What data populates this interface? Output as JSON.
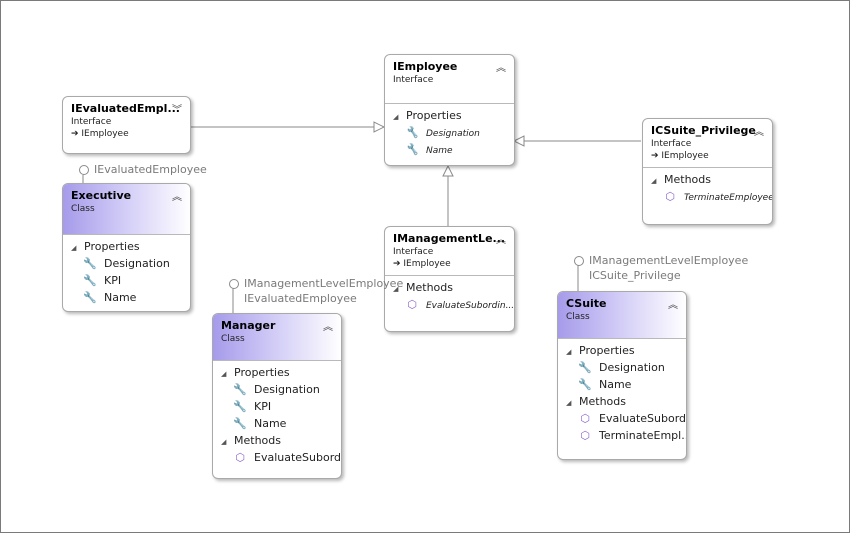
{
  "diagram": {
    "ievaluated": {
      "title": "IEvaluatedEmpl...",
      "kind": "Interface",
      "base": "IEmployee"
    },
    "iemployee": {
      "title": "IEmployee",
      "kind": "Interface",
      "sections": [
        {
          "label": "Properties",
          "members": [
            "Designation",
            "Name"
          ]
        }
      ]
    },
    "icsuite": {
      "title": "ICSuite_Privilege",
      "kind": "Interface",
      "base": "IEmployee",
      "sections": [
        {
          "label": "Methods",
          "members": [
            "TerminateEmployee"
          ]
        }
      ]
    },
    "executive": {
      "lollipop": [
        "IEvaluatedEmployee"
      ],
      "title": "Executive",
      "kind": "Class",
      "sections": [
        {
          "label": "Properties",
          "members": [
            "Designation",
            "KPI",
            "Name"
          ]
        }
      ]
    },
    "imanagement": {
      "title": "IManagementLe...",
      "kind": "Interface",
      "base": "IEmployee",
      "sections": [
        {
          "label": "Methods",
          "members": [
            "EvaluateSubordin..."
          ]
        }
      ]
    },
    "manager": {
      "lollipop": [
        "IManagementLevelEmployee",
        "IEvaluatedEmployee"
      ],
      "title": "Manager",
      "kind": "Class",
      "sections": [
        {
          "label": "Properties",
          "members": [
            "Designation",
            "KPI",
            "Name"
          ]
        },
        {
          "label": "Methods",
          "members": [
            "EvaluateSubord..."
          ]
        }
      ]
    },
    "csuite": {
      "lollipop": [
        "IManagementLevelEmployee",
        "ICSuite_Privilege"
      ],
      "title": "CSuite",
      "kind": "Class",
      "sections": [
        {
          "label": "Properties",
          "members": [
            "Designation",
            "Name"
          ]
        },
        {
          "label": "Methods",
          "members": [
            "EvaluateSubord...",
            "TerminateEmpl..."
          ]
        }
      ]
    }
  },
  "icons": {
    "collapse": "double-chevron-up-icon",
    "expand": "double-chevron-down-icon",
    "property": "wrench-icon",
    "method": "cube-icon",
    "inherit": "arrow-right-icon",
    "lollipop": "interface-lollipop-icon"
  },
  "colors": {
    "class_header": "#a59bea",
    "method_icon": "#8e63c8",
    "connector": "#8a8a8a"
  }
}
